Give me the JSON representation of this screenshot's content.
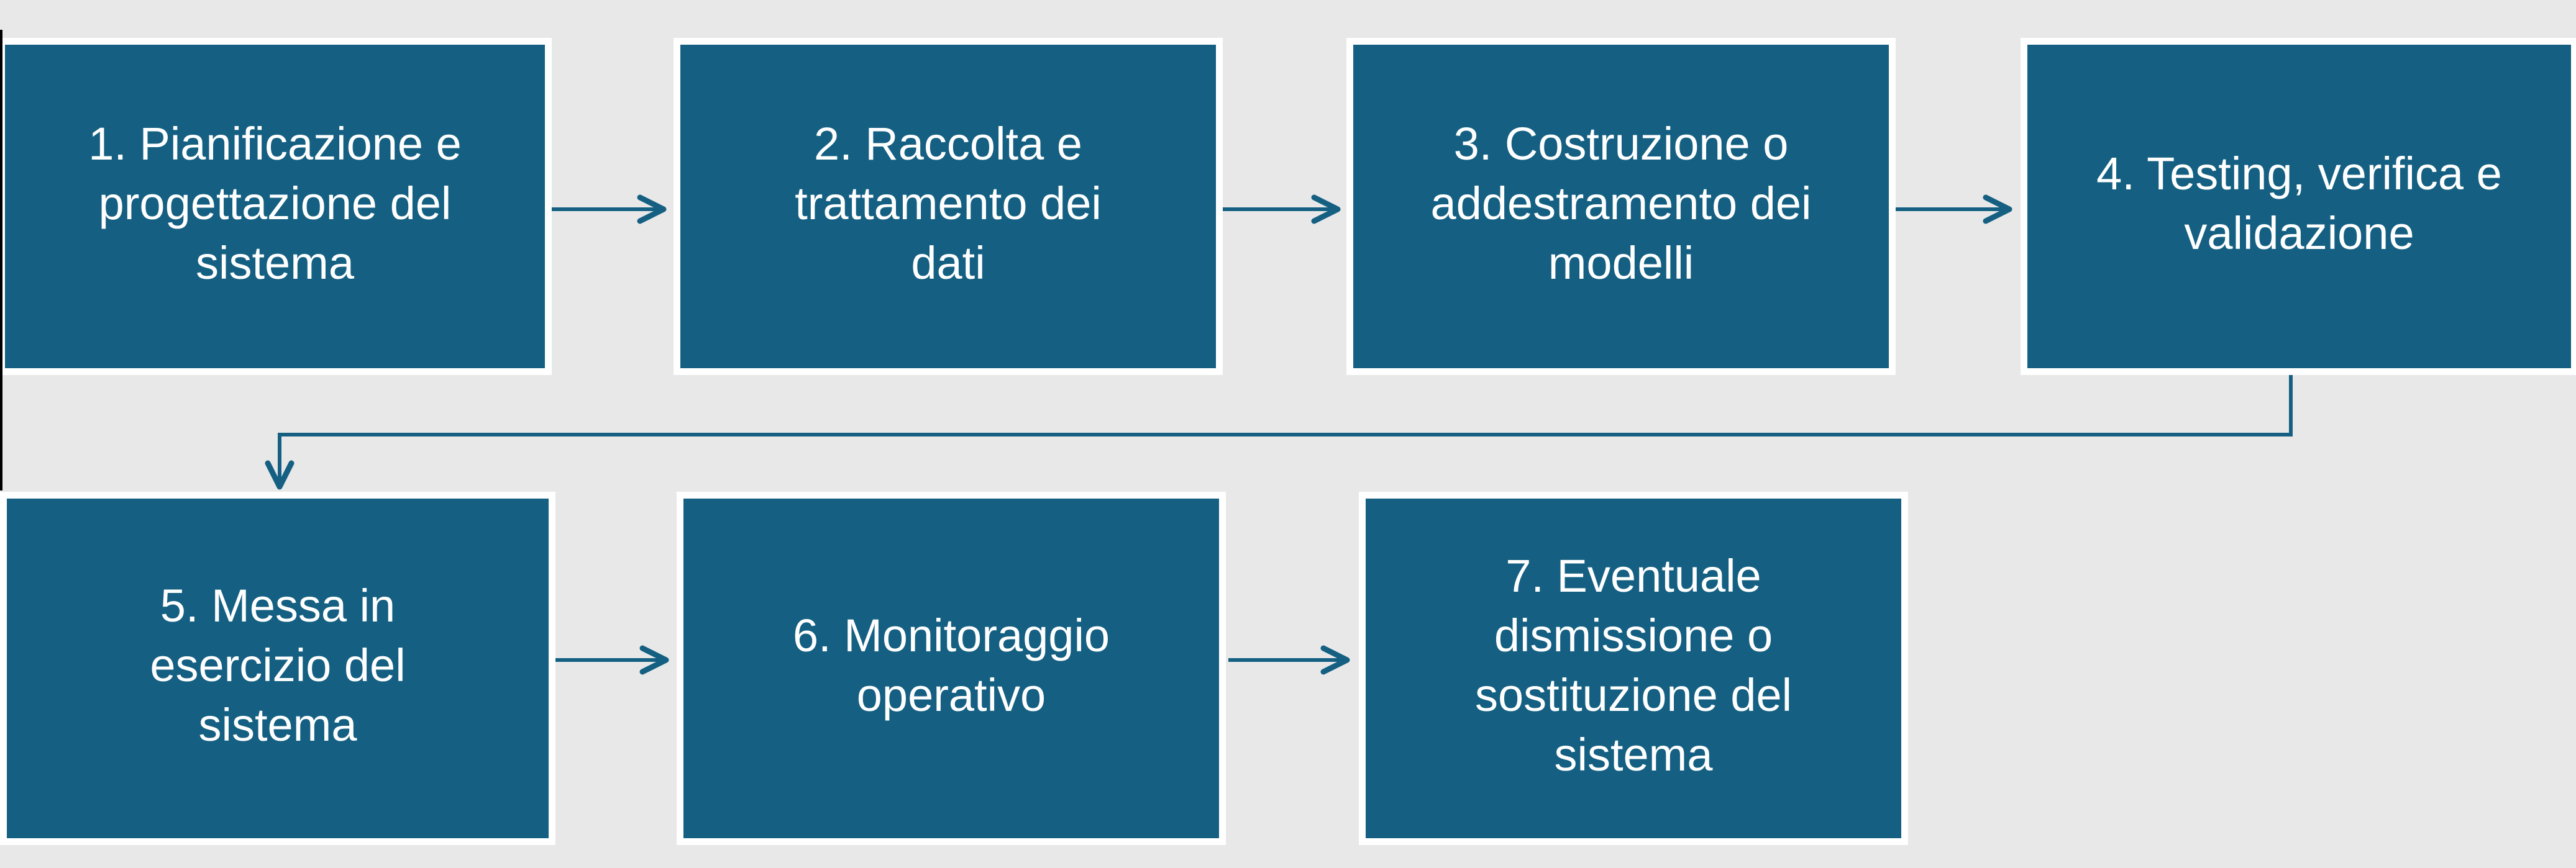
{
  "diagram": {
    "type": "flowchart",
    "language": "it",
    "colors": {
      "background": "#e8e8e8",
      "box_fill": "#156082",
      "box_border": "#ffffff",
      "text": "#ffffff",
      "connector": "#156082",
      "left_edge_line": "#000000"
    },
    "boxes": [
      {
        "step": "1",
        "label": "1. Pianificazione e\nprogettazione del\nsistema"
      },
      {
        "step": "2",
        "label": "2. Raccolta e\ntrattamento dei\ndati"
      },
      {
        "step": "3",
        "label": "3. Costruzione o\naddestramento dei\nmodelli"
      },
      {
        "step": "4",
        "label": "4. Testing, verifica e\nvalidazione"
      },
      {
        "step": "5",
        "label": "5. Messa in\nesercizio del\nsistema"
      },
      {
        "step": "6",
        "label": "6. Monitoraggio\noperativo"
      },
      {
        "step": "7",
        "label": "7. Eventuale\ndismissione o\nsostituzione del\nsistema"
      }
    ],
    "connections": [
      {
        "from": "1",
        "to": "2",
        "type": "arrow-right"
      },
      {
        "from": "2",
        "to": "3",
        "type": "arrow-right"
      },
      {
        "from": "3",
        "to": "4",
        "type": "arrow-right"
      },
      {
        "from": "4",
        "to": "5",
        "type": "elbow-down-left-down"
      },
      {
        "from": "5",
        "to": "6",
        "type": "arrow-right"
      },
      {
        "from": "6",
        "to": "7",
        "type": "arrow-right"
      }
    ]
  }
}
